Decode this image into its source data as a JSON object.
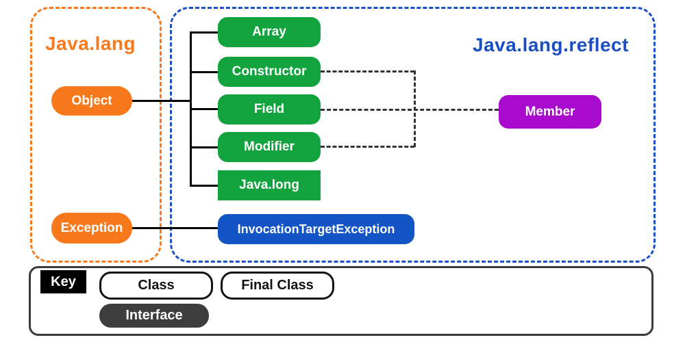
{
  "diagram": {
    "left_package": {
      "title": "Java.lang",
      "nodes": {
        "object": "Object",
        "exception": "Exception"
      }
    },
    "right_package": {
      "title": "Java.lang.reflect",
      "nodes": {
        "array": "Array",
        "constructor": "Constructor",
        "field": "Field",
        "modifier": "Modifier",
        "java_long": "Java.long",
        "invocation_target_exception": "InvocationTargetException",
        "member": "Member"
      }
    }
  },
  "key": {
    "title": "Key",
    "class_label": "Class",
    "final_class_label": "Final Class",
    "interface_label": "Interface"
  },
  "colors": {
    "orange": "#f7791b",
    "green": "#12a33e",
    "blue_node": "#1355c4",
    "blue_accent": "#1a4fc4",
    "purple": "#a80bce",
    "interface_gray": "#3d3d3d",
    "connector_black": "#000000",
    "connector_dashed": "#333333"
  }
}
